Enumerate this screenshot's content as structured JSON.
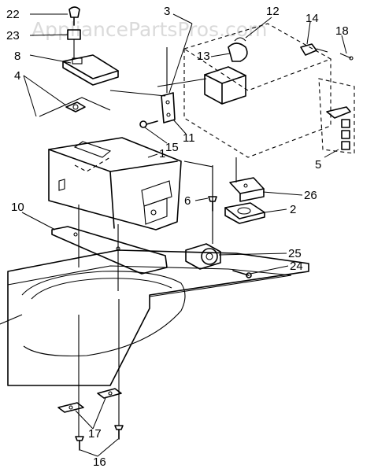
{
  "watermark": "AppliancePartsPros.com",
  "callouts": [
    "1",
    "2",
    "3",
    "4",
    "5",
    "6",
    "8",
    "10",
    "11",
    "12",
    "13",
    "14",
    "15",
    "16",
    "17",
    "18",
    "22",
    "23",
    "24",
    "25",
    "26"
  ]
}
